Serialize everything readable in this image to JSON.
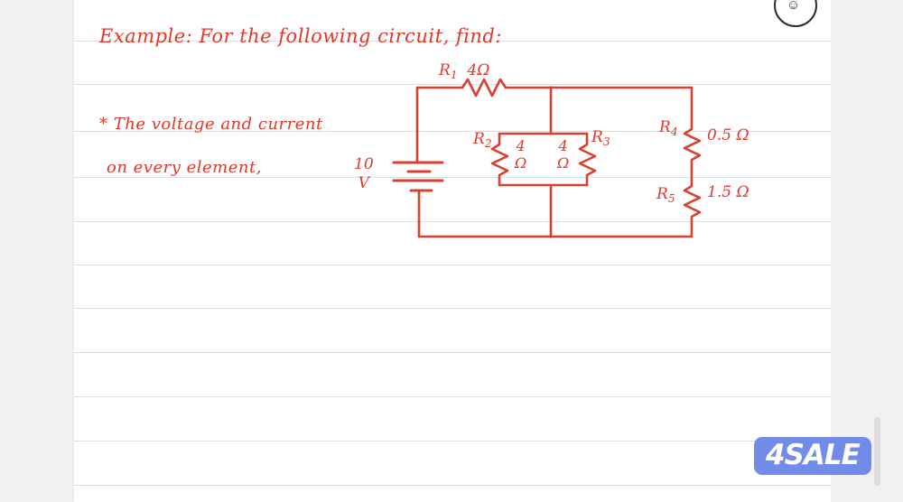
{
  "document": {
    "type": "handwritten-notebook-page",
    "ink_color": "#e2372b",
    "rule_color": "#cfdde6",
    "page_background": "#ffffff",
    "app_background": "#f1f1f1"
  },
  "notes": {
    "title": "Example: For the following circuit, find:",
    "bullet_1": "* The voltage and current",
    "bullet_2": "on every element,"
  },
  "circuit": {
    "source": {
      "name": "battery",
      "value": "10",
      "unit": "V",
      "label": "10 V",
      "symbol": "multi-cell-battery"
    },
    "elements": [
      {
        "id": "R1",
        "label": "R",
        "subscript": "1",
        "value": "4",
        "unit": "Ω",
        "value_label": "4Ω",
        "orientation": "horizontal",
        "position": "top-rail"
      },
      {
        "id": "R2",
        "label": "R",
        "subscript": "2",
        "value": "4",
        "unit": "Ω",
        "value_label": "4 Ω",
        "orientation": "vertical",
        "position": "parallel-left"
      },
      {
        "id": "R3",
        "label": "R",
        "subscript": "3",
        "value": "4",
        "unit": "Ω",
        "value_label": "4 Ω",
        "orientation": "vertical",
        "position": "parallel-right"
      },
      {
        "id": "R4",
        "label": "R",
        "subscript": "4",
        "value": "0.5",
        "unit": "Ω",
        "value_label": "0.5 Ω",
        "orientation": "vertical",
        "position": "right-branch-top"
      },
      {
        "id": "R5",
        "label": "R",
        "subscript": "5",
        "value": "1.5",
        "unit": "Ω",
        "value_label": "1.5 Ω",
        "orientation": "vertical",
        "position": "right-branch-bottom"
      }
    ],
    "topology": "10V source in series with R1; R2 parallel R3; that combination in parallel with series chain R4 + R5"
  },
  "watermark": {
    "text": "4SALE",
    "background": "#6d86e8",
    "text_color": "#ffffff"
  },
  "top_icon": {
    "name": "circular-badge",
    "glyph": "☺"
  }
}
